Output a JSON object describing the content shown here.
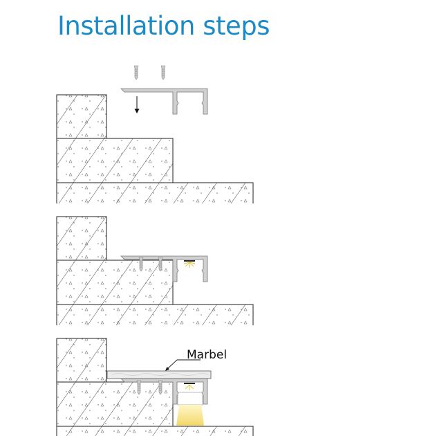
{
  "title": "Installation steps",
  "steps": [
    {
      "name": "step-1-position-profile"
    },
    {
      "name": "step-2-profile-mounted"
    },
    {
      "name": "step-3-marble-installed"
    }
  ],
  "labels": {
    "marble": "Marbel"
  },
  "colors": {
    "title": "#1b8bc8",
    "profile": "#d0d0d0",
    "light": "#f5e27a"
  }
}
